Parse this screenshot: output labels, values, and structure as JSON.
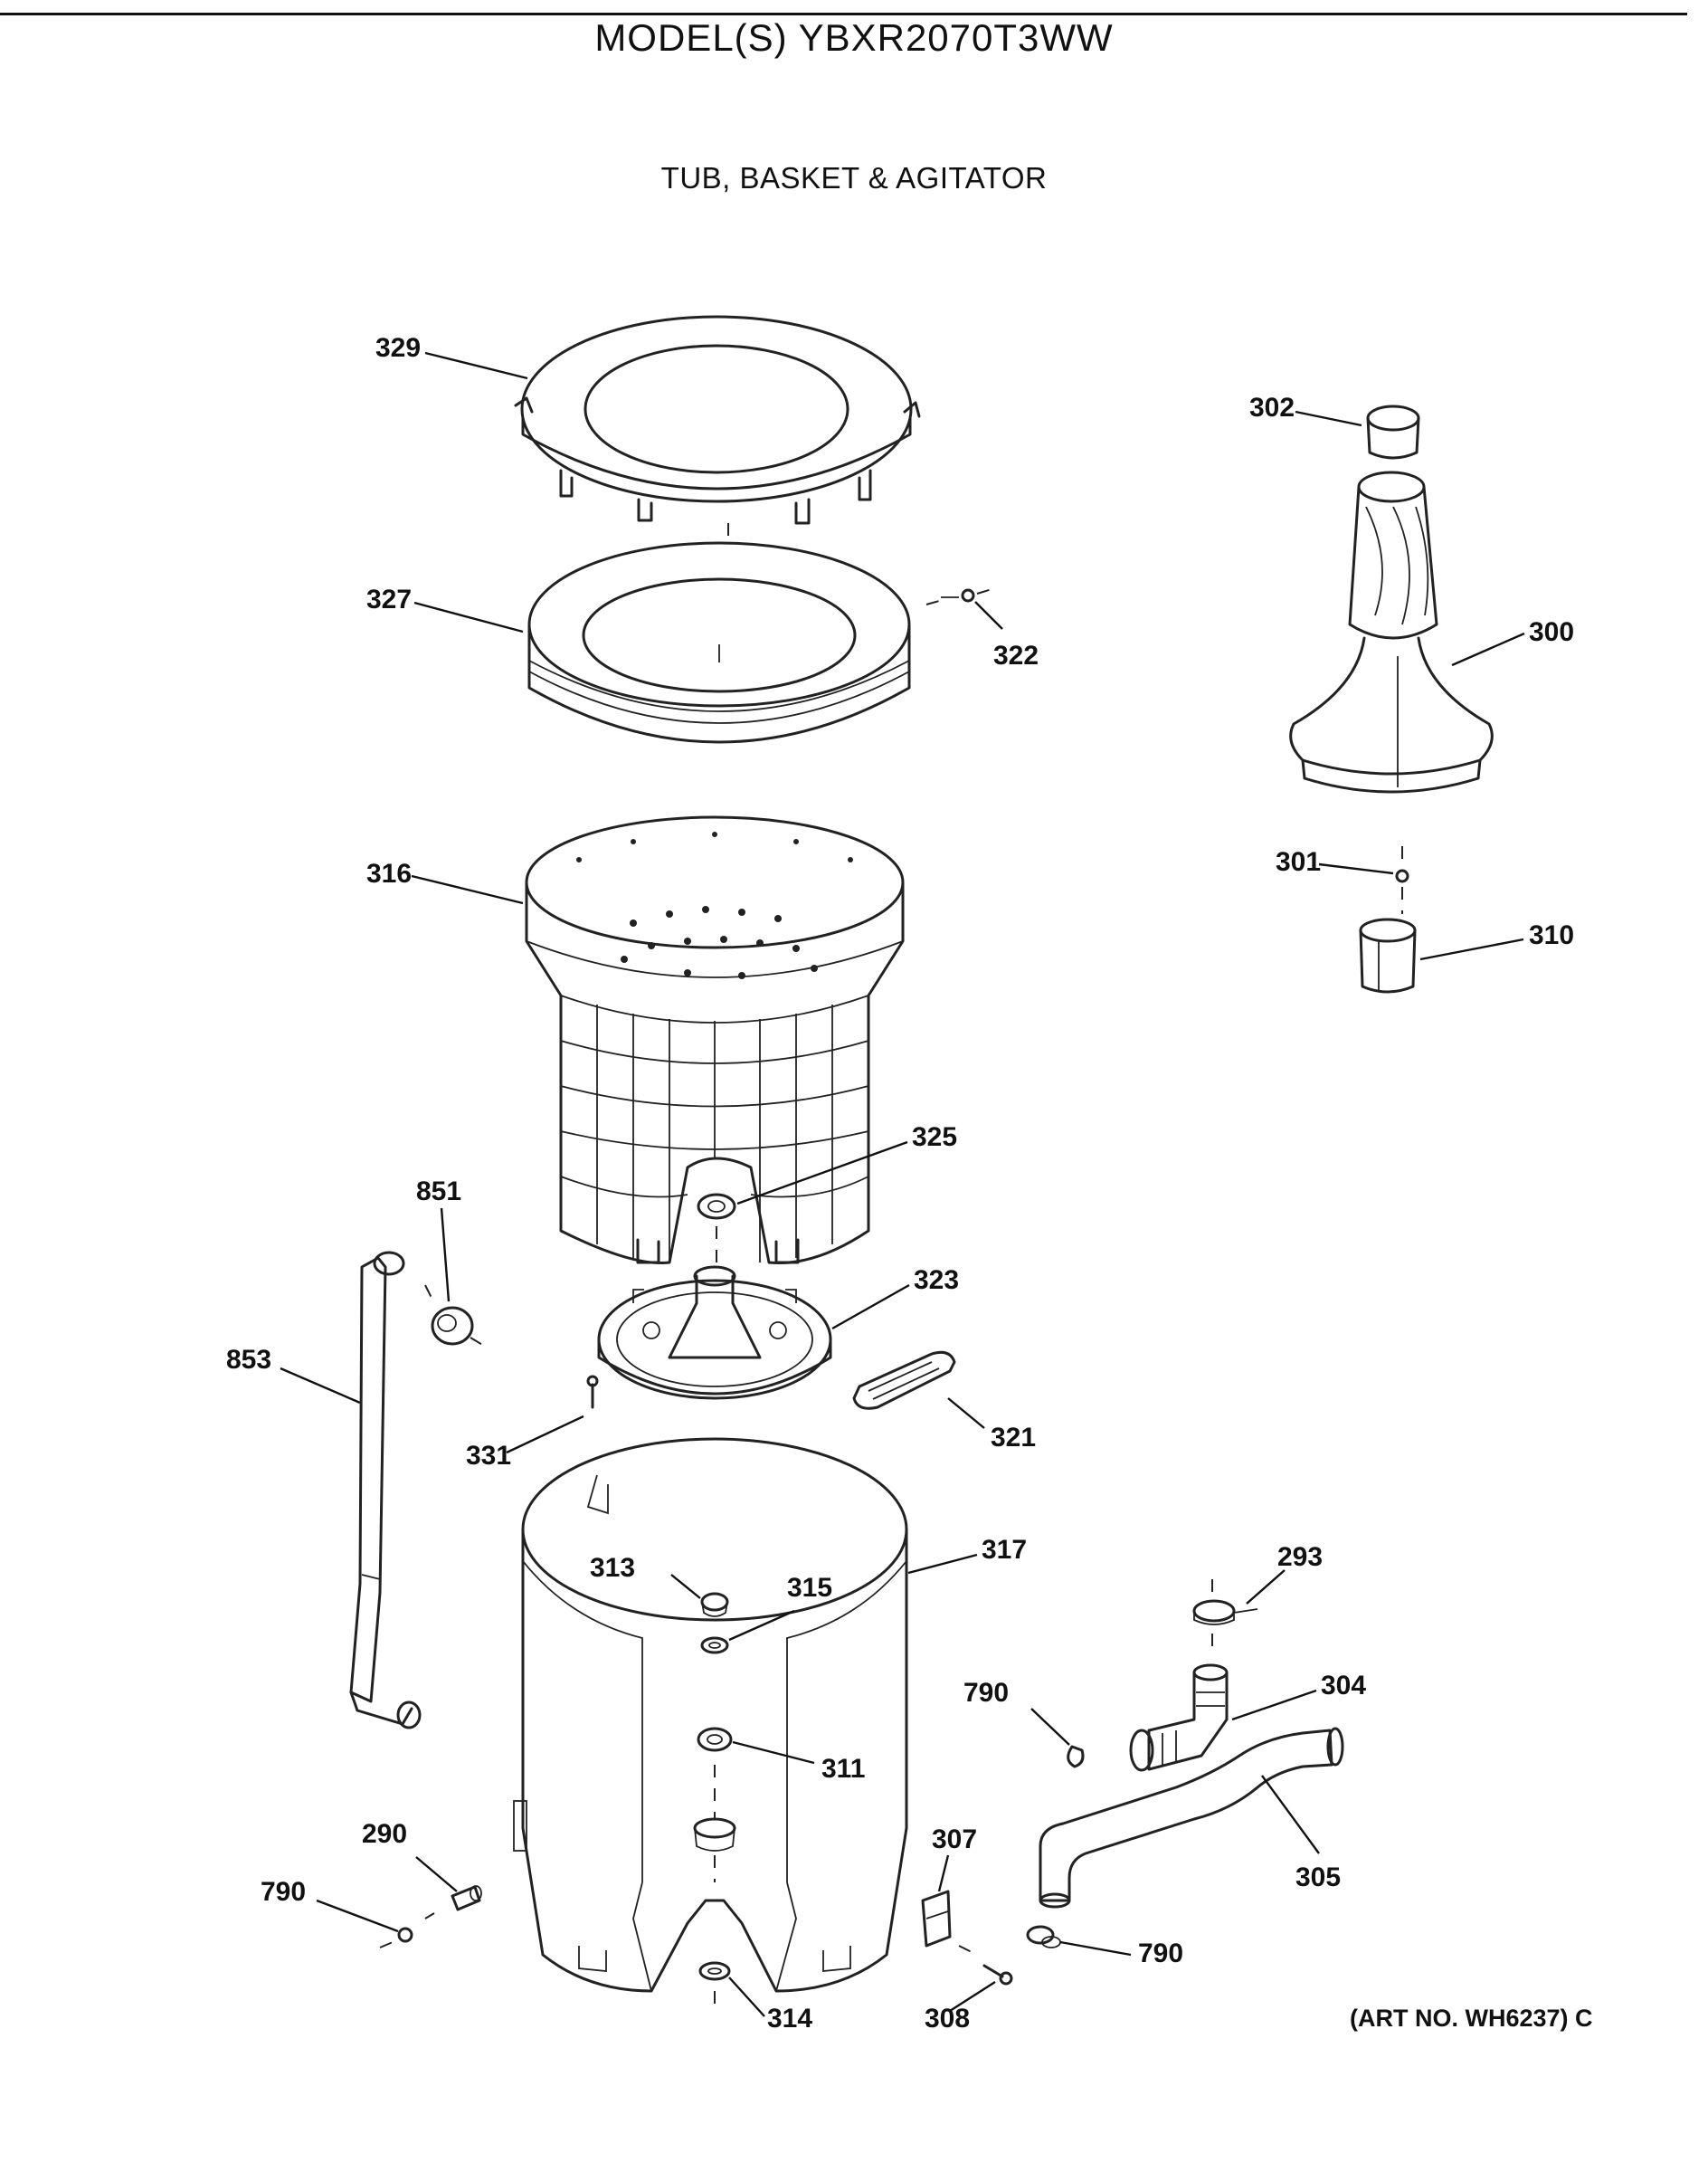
{
  "header": {
    "model": "MODEL(S) YBXR2070T3WW",
    "section": "TUB, BASKET & AGITATOR"
  },
  "footer": {
    "art_no": "(ART NO. WH6237) C"
  },
  "callouts": {
    "c329": "329",
    "c327": "327",
    "c316": "316",
    "c302": "302",
    "c300": "300",
    "c322": "322",
    "c301": "301",
    "c310": "310",
    "c325": "325",
    "c851": "851",
    "c853": "853",
    "c323": "323",
    "c331": "331",
    "c321": "321",
    "c317": "317",
    "c313": "313",
    "c315": "315",
    "c293": "293",
    "c304": "304",
    "c790a": "790",
    "c311": "311",
    "c307": "307",
    "c290": "290",
    "c790b": "790",
    "c305": "305",
    "c790c": "790",
    "c314": "314",
    "c308": "308"
  }
}
